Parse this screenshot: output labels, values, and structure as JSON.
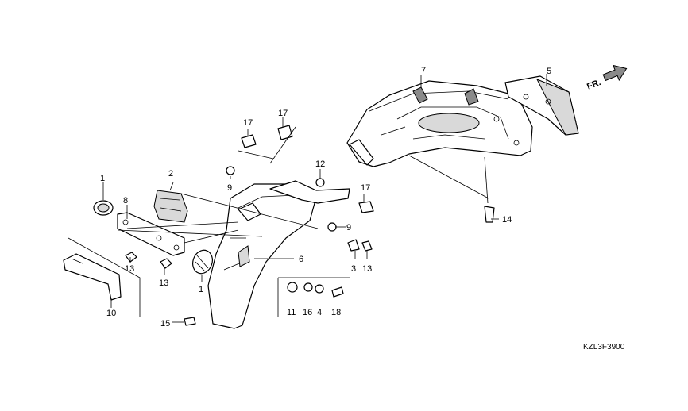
{
  "diagram": {
    "callouts": {
      "c1_top": "1",
      "c1_bottom": "1",
      "c2": "2",
      "c3": "3",
      "c4": "4",
      "c5": "5",
      "c6": "6",
      "c7": "7",
      "c8": "8",
      "c9_left": "9",
      "c9_right": "9",
      "c10": "10",
      "c11": "11",
      "c12": "12",
      "c13_left": "13",
      "c13_mid": "13",
      "c13_right": "13",
      "c14": "14",
      "c15": "15",
      "c16": "16",
      "c17_a": "17",
      "c17_b": "17",
      "c17_c": "17",
      "c18": "18"
    },
    "front_label": "FR.",
    "drawing_code": "KZL3F3900"
  }
}
